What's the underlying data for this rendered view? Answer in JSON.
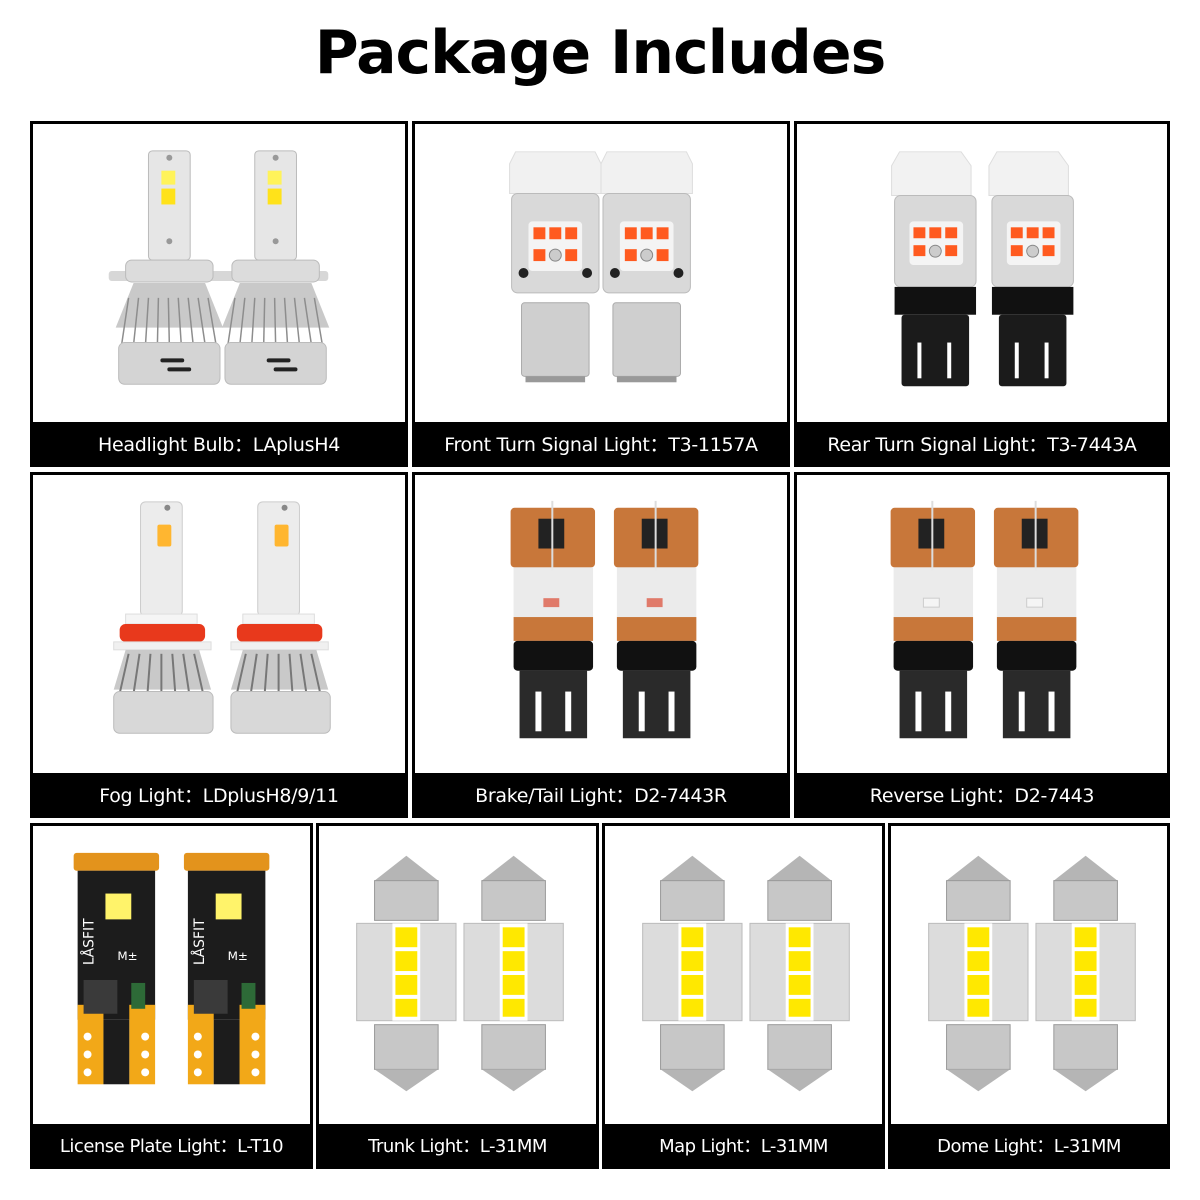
{
  "title": "Package Includes",
  "items": [
    {
      "name": "Headlight Bulb",
      "model": "LAplusH4",
      "label": "Headlight Bulb：LAplusH4"
    },
    {
      "name": "Front Turn Signal Light",
      "model": "T3-1157A",
      "label": "Front Turn Signal Light：T3-1157A"
    },
    {
      "name": "Rear Turn Signal Light",
      "model": "T3-7443A",
      "label": "Rear Turn Signal Light：T3-7443A"
    },
    {
      "name": "Fog Light",
      "model": "LDplusH8/9/11",
      "label": "Fog Light：LDplusH8/9/11"
    },
    {
      "name": "Brake/Tail Light",
      "model": "D2-7443R",
      "label": "Brake/Tail Light：D2-7443R"
    },
    {
      "name": "Reverse Light",
      "model": "D2-7443",
      "label": "Reverse Light：D2-7443"
    },
    {
      "name": "License Plate Light",
      "model": "L-T10",
      "label": "License Plate Light：L-T10"
    },
    {
      "name": "Trunk Light",
      "model": "L-31MM",
      "label": "Trunk Light：L-31MM"
    },
    {
      "name": "Map Light",
      "model": "L-31MM",
      "label": "Map Light：L-31MM"
    },
    {
      "name": "Dome Light",
      "model": "L-31MM",
      "label": "Dome Light：L-31MM"
    }
  ],
  "colors": {
    "border": "#000000",
    "label_bg": "#000000",
    "label_text": "#ffffff",
    "led_amber": "#ff5a1f",
    "led_white_yellow": "#fff200",
    "copper": "#c8773a",
    "pcb_gold": "#f2a818",
    "fog_ring_red": "#e8391c"
  }
}
